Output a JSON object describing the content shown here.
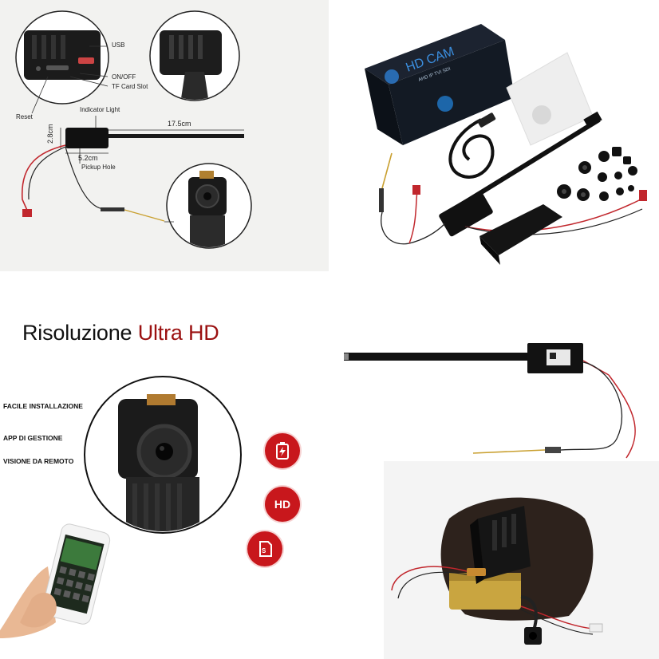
{
  "diagram": {
    "labels": {
      "usb": "USB",
      "on_off": "ON/OFF",
      "tf_card": "TF Card Slot",
      "reset": "Reset",
      "indicator": "Indicator Light",
      "pickup": "Pickup Hole",
      "length": "17.5cm",
      "width": "5.2cm",
      "height": "2.8cm"
    }
  },
  "box": {
    "brand": "HD CAM",
    "subtitle": "AHD IP TVI SDI"
  },
  "promo": {
    "headline_plain": "Risoluzione ",
    "headline_accent": "Ultra HD",
    "features": [
      "FACILE INSTALLAZIONE",
      "APP DI GESTIONE",
      "VISIONE DA REMOTO"
    ],
    "badges": [
      "battery-icon",
      "HD",
      "sd-card-icon"
    ],
    "badge_hd": "HD"
  },
  "colors": {
    "accent_red": "#9b1111",
    "badge_red": "#c8171c",
    "box_dark": "#10151c",
    "box_blue": "#1f6fb8"
  }
}
